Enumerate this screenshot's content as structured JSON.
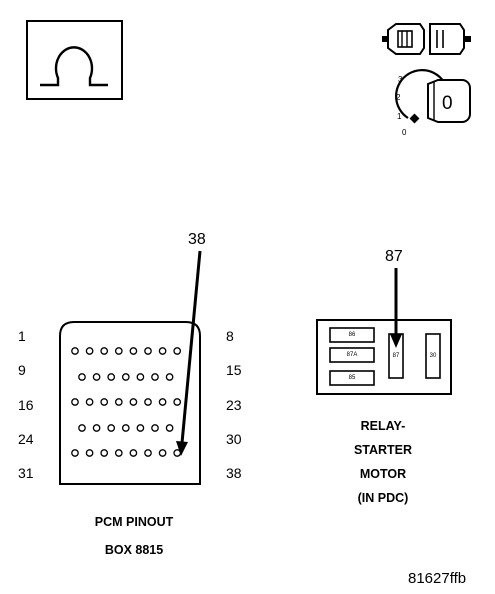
{
  "key_switch": {
    "positions": [
      "3",
      "2",
      "1",
      "0"
    ],
    "key_position": "0"
  },
  "pcm_connector": {
    "pin_callout": "38",
    "rows": [
      {
        "left": "1",
        "right": "8",
        "pins": 8
      },
      {
        "left": "9",
        "right": "15",
        "pins": 7
      },
      {
        "left": "16",
        "right": "23",
        "pins": 8
      },
      {
        "left": "24",
        "right": "30",
        "pins": 7
      },
      {
        "left": "31",
        "right": "38",
        "pins": 8
      }
    ],
    "caption_line1": "PCM PINOUT",
    "caption_line2": "BOX 8815"
  },
  "relay": {
    "pin_callout": "87",
    "terminals": [
      "86",
      "87A",
      "85",
      "87",
      "30"
    ],
    "caption_lines": [
      "RELAY-",
      "STARTER",
      "MOTOR",
      "(IN PDC)"
    ]
  },
  "figure_id": "81627ffb"
}
